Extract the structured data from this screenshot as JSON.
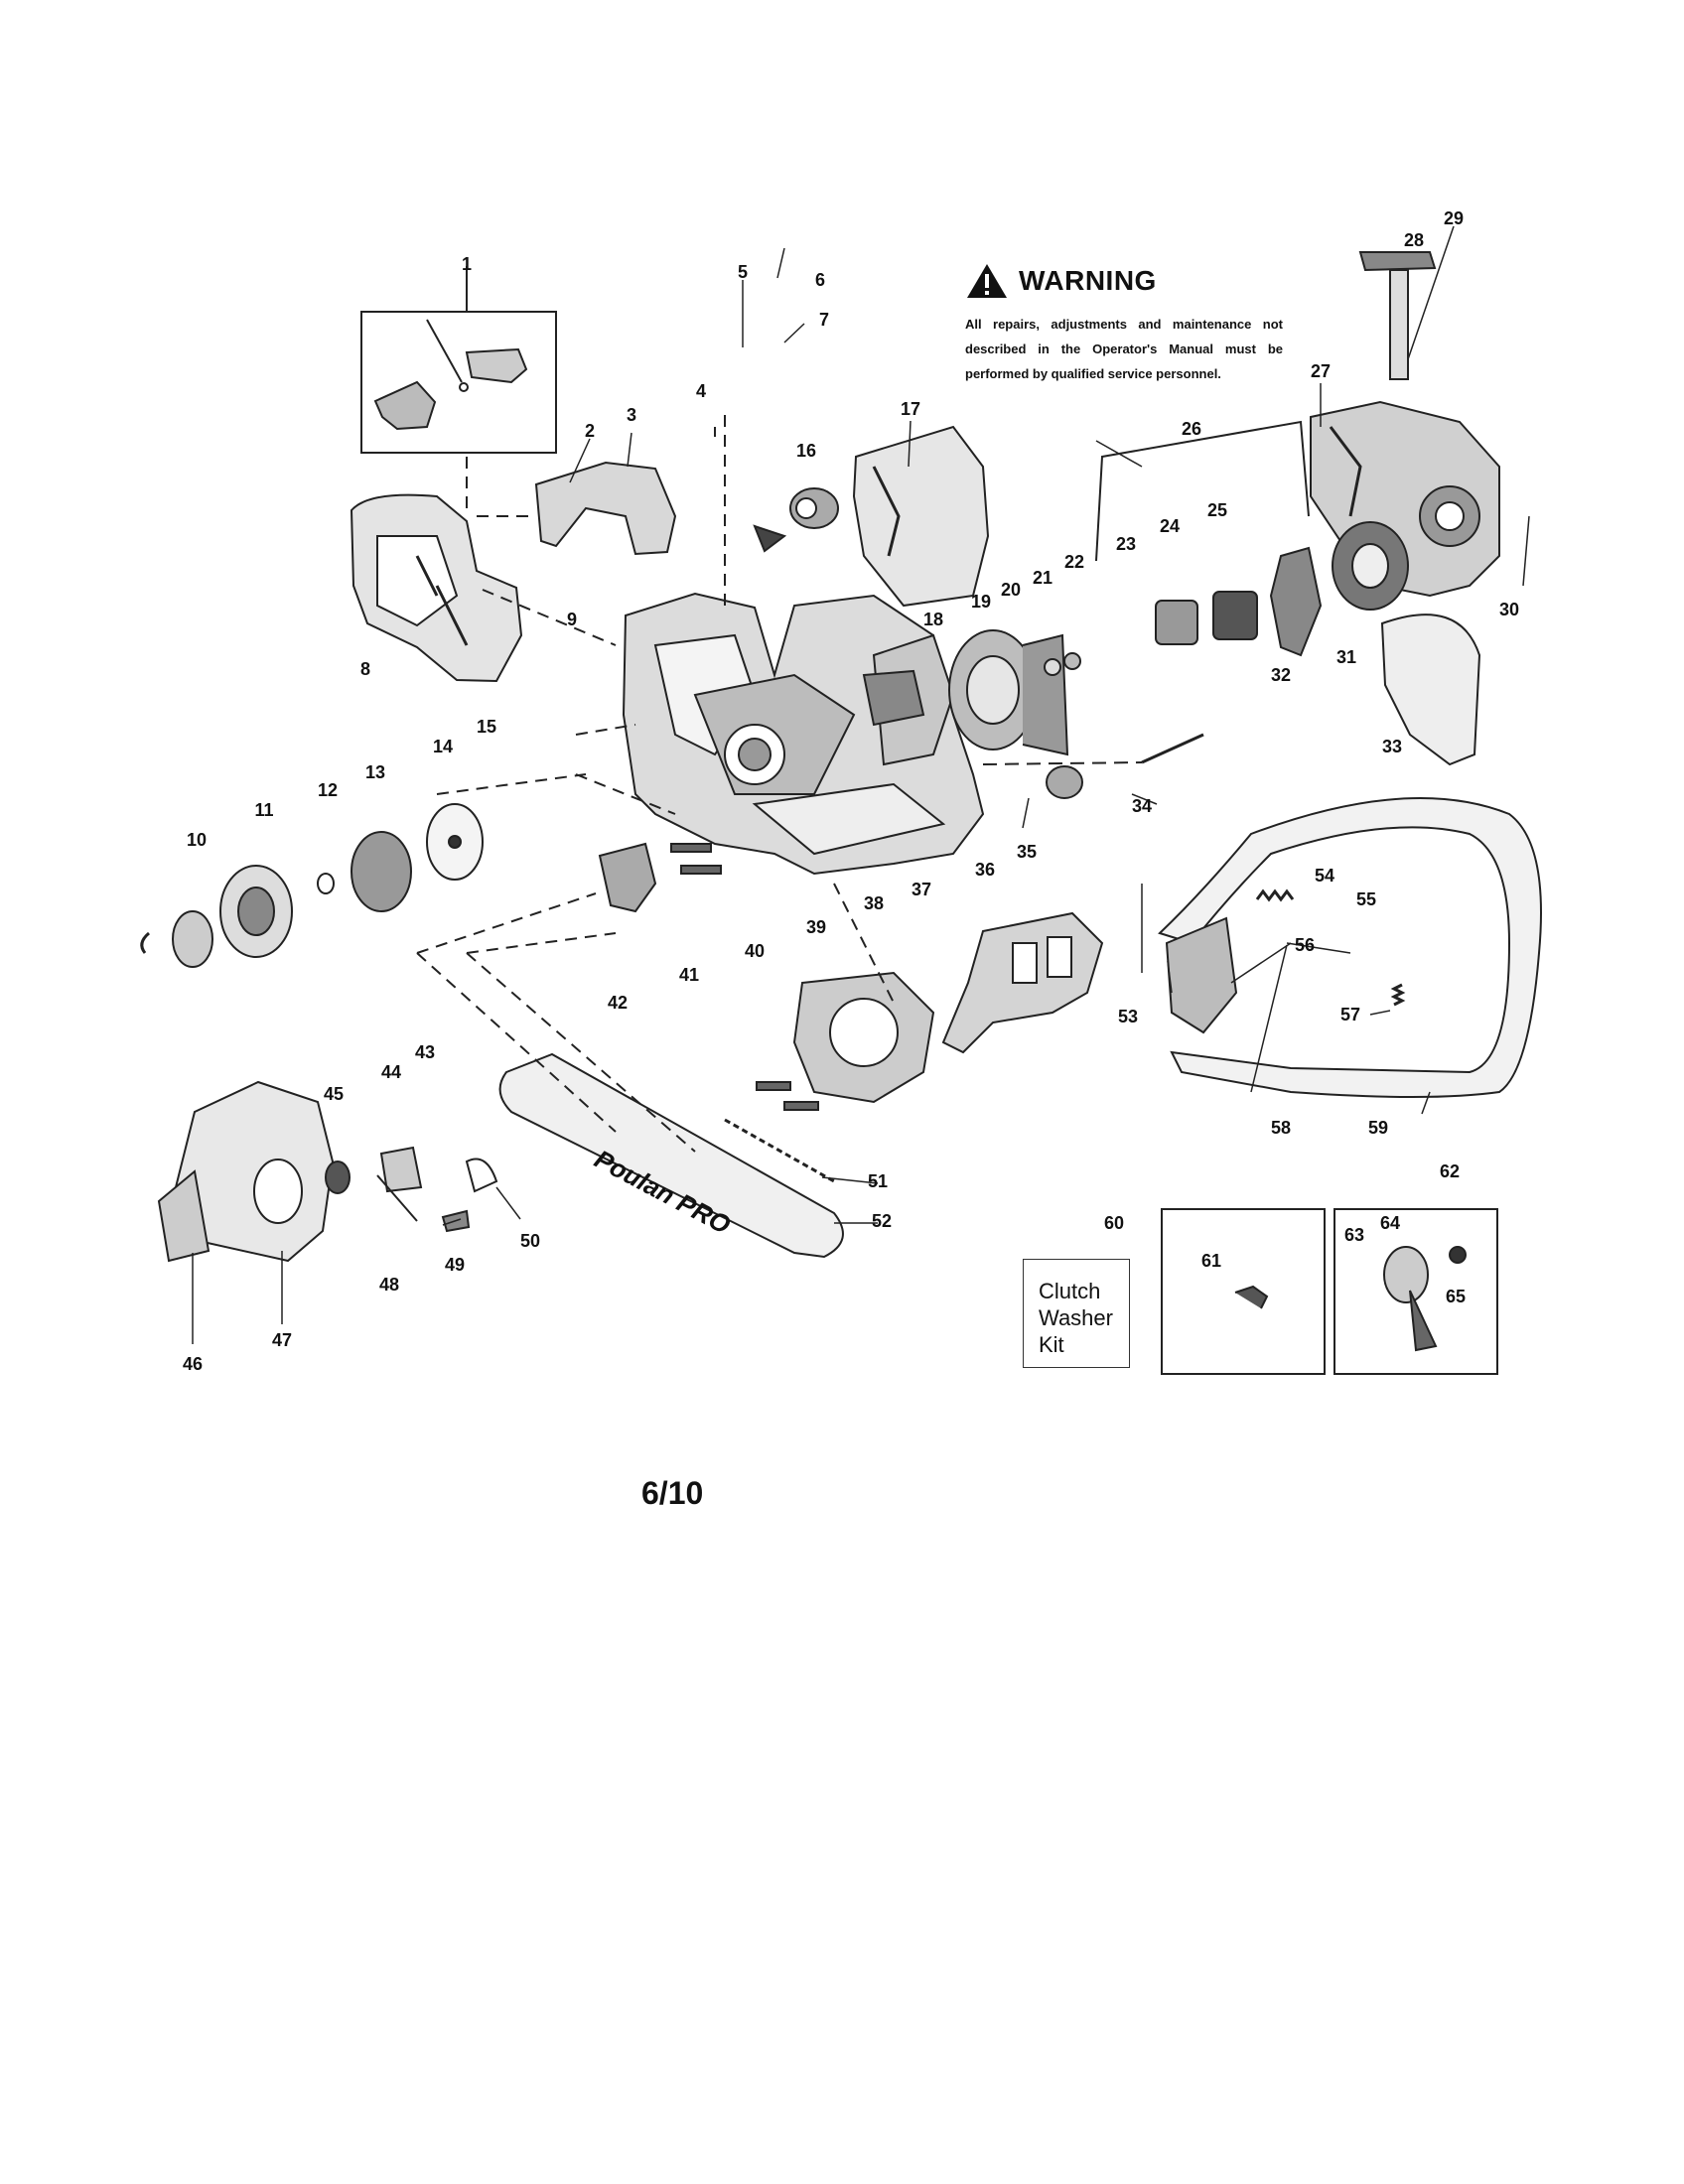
{
  "warning": {
    "title": "WARNING",
    "text": "All repairs, adjustments and maintenance not described in the Operator's Manual must be performed by qualified service personnel."
  },
  "kit_box": {
    "text": "Clutch Washer Kit"
  },
  "guide_bar_logo": "Poulan PRO",
  "page_number": "6/10",
  "callouts": [
    "1",
    "2",
    "3",
    "4",
    "5",
    "6",
    "7",
    "8",
    "9",
    "10",
    "11",
    "12",
    "13",
    "14",
    "15",
    "16",
    "17",
    "18",
    "19",
    "20",
    "21",
    "22",
    "23",
    "24",
    "25",
    "26",
    "27",
    "28",
    "29",
    "30",
    "31",
    "32",
    "33",
    "34",
    "35",
    "36",
    "37",
    "38",
    "39",
    "40",
    "41",
    "42",
    "43",
    "44",
    "45",
    "46",
    "47",
    "48",
    "49",
    "50",
    "51",
    "52",
    "53",
    "54",
    "55",
    "56",
    "57",
    "58",
    "59",
    "60",
    "61",
    "62",
    "63",
    "64",
    "65"
  ]
}
